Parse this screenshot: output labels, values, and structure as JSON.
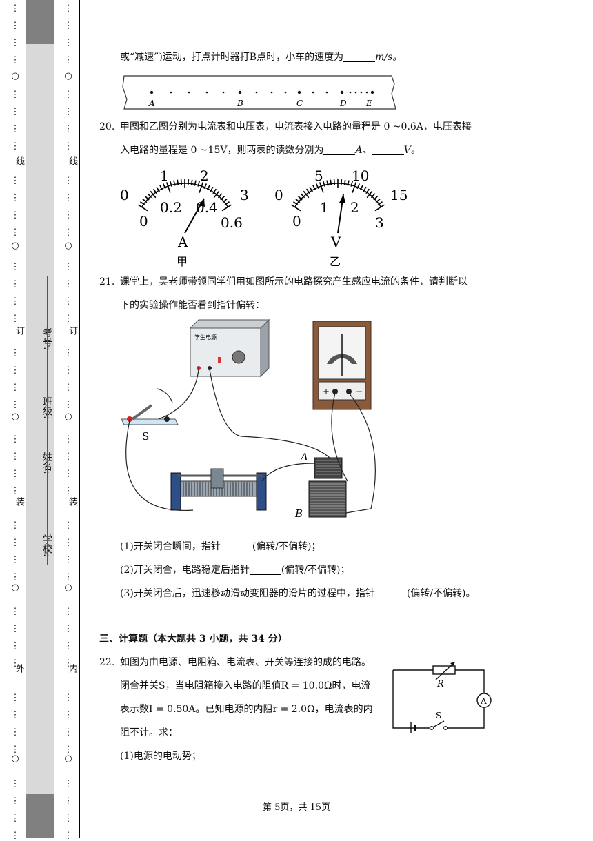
{
  "margin": {
    "outer_labels": [
      "外",
      "装",
      "订",
      "线"
    ],
    "inner_labels": [
      "内",
      "装",
      "订",
      "线"
    ],
    "student_fields": [
      "学校:",
      "姓名:",
      "班级:",
      "考号:"
    ]
  },
  "q19": {
    "line1": "或“减速”)运动，打点计时器打B点时，小车的速度为",
    "line1_end": "m/s。",
    "tape_labels": [
      "A",
      "B",
      "C",
      "D",
      "E"
    ]
  },
  "q20": {
    "number": "20.",
    "line1": "甲图和乙图分别为电流表和电压表，电流表接入电路的量程是 0 ~0.6A，电压表接",
    "line2a": "入电路的量程是 0 ~15V，则两表的读数分别为",
    "line2b": "A、",
    "line2c": "V。",
    "ammeter": {
      "top_ticks": [
        "0",
        "1",
        "2",
        "3"
      ],
      "bottom_ticks": [
        "0",
        "0.2",
        "0.4",
        "0.6"
      ],
      "unit": "A",
      "caption": "甲"
    },
    "voltmeter": {
      "top_ticks": [
        "0",
        "5",
        "10",
        "15"
      ],
      "bottom_ticks": [
        "0",
        "1",
        "2",
        "3"
      ],
      "unit": "V",
      "caption": "乙"
    }
  },
  "q21": {
    "number": "21.",
    "line1": "课堂上，吴老师带领同学们用如图所示的电路探究产生感应电流的条件，请判断以",
    "line2": "下的实验操作能否看到指针偏转：",
    "figure_labels": {
      "supply": "学生电源",
      "switch": "S",
      "coil_a": "A",
      "coil_b": "B",
      "plus": "+",
      "minus": "−"
    },
    "sub1a": "(1)开关闭合瞬间，指针",
    "sub1b": "(偏转/不偏转)；",
    "sub2a": "(2)开关闭合，电路稳定后指针",
    "sub2b": "(偏转/不偏转)；",
    "sub3a": "(3)开关闭合后，迅速移动滑动变阻器的滑片的过程中，指针",
    "sub3b": "(偏转/不偏转)。"
  },
  "section3": {
    "title": "三、计算题（本大题共 3 小题，共 34 分）"
  },
  "q22": {
    "number": "22.",
    "line1": "如图为由电源、电阻箱、电流表、开关等连接的成的电路。",
    "line2": "闭合并关S，当电阻箱接入电路的阻值R = 10.0Ω时，电流",
    "line3": "表示数I = 0.50A。已知电源的内阻r = 2.0Ω，电流表的内",
    "line4": "阻不计。求：",
    "sub1": "(1)电源的电动势；",
    "circuit_labels": {
      "resistor": "R",
      "meter": "A",
      "switch": "S"
    }
  },
  "footer": {
    "text": "第 5页，共 15页"
  }
}
